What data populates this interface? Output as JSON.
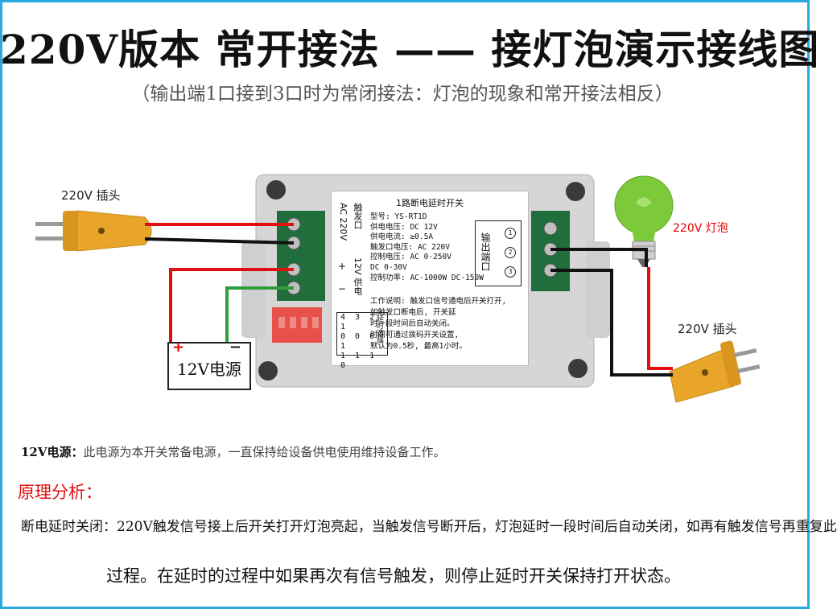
{
  "title": "220V版本  常开接法 —— 接灯泡演示接线图",
  "subtitle": "（输出端1口接到3口时为常闭接法：灯泡的现象和常开接法相反）",
  "labels": {
    "plug_left": "220V 插头",
    "plug_right": "220V 插头",
    "bulb": "220V 灯泡",
    "power_supply": "12V电源",
    "power_plus": "+",
    "power_minus": "−"
  },
  "module": {
    "card_title": "1路断电延时开关",
    "trigger_port": "触发口",
    "trigger_voltage": "AC 220V",
    "supply_port": "12V 供电",
    "supply_plus": "+",
    "supply_minus": "−",
    "specs": [
      "型号: YS-RT1D",
      "供电电压: DC 12V",
      "供电电流: ≥0.5A",
      "触发口电压: AC 220V",
      "控制电压: AC 0-250V",
      "          DC 0-30V",
      "",
      "控制功率: AC-1000W  DC-150W"
    ],
    "work_desc": [
      "工作说明: 触发口信号通电后开关打开,",
      "  如触发口断电后, 开关延",
      "  时一段时间后自动关闭。",
      "  时间可通过拨码开关设置,",
      "  默认为0.5秒, 最高1小时。"
    ],
    "relay_label": "输出端口",
    "relay_pins": [
      "1",
      "2",
      "3"
    ],
    "dip_label": "延时选择",
    "dip_rows": [
      "4 3 2 1",
      "0 0 0 1",
      "1 1 1 0"
    ]
  },
  "notes": {
    "power_note_label": "12V电源：",
    "power_note_text": "此电源为本开关常备电源，一直保持给设备供电使用维持设备工作。",
    "principle_title": "原理分析：",
    "principle_line1": "断电延时关闭：220V触发信号接上后开关打开灯泡亮起，当触发信号断开后，灯泡延时一段时间后自动关闭，如再有触发信号再重复此",
    "principle_line2": "过程。在延时的过程中如果再次有信号触发，则停止延时开关保持打开状态。"
  },
  "colors": {
    "frame": "#2aa9e0",
    "wire_red": "#e01010",
    "wire_black": "#111111",
    "wire_green": "#2e9e3a",
    "plug": "#e8a52a",
    "bulb": "#7cc93a",
    "terminal": "#1f6e3c",
    "housing": "#d9d9d9"
  }
}
